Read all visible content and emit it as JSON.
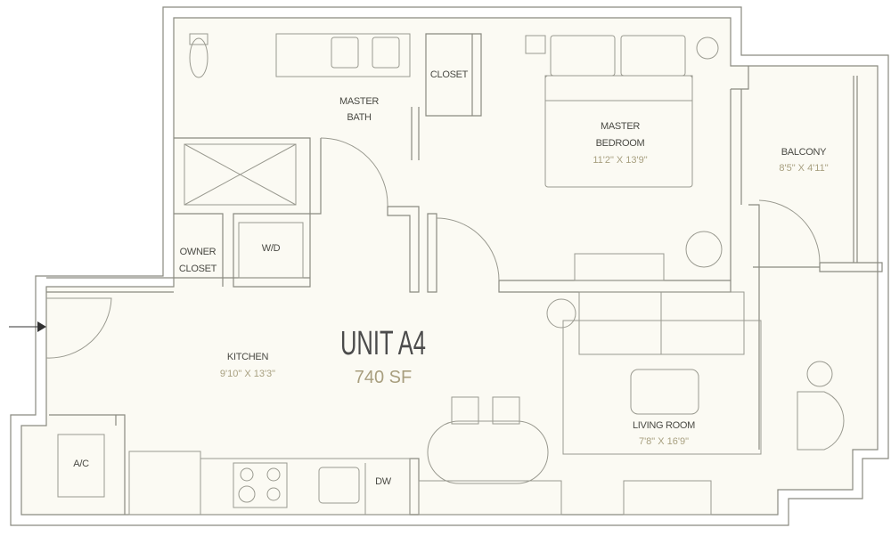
{
  "unit": {
    "name": "UNIT A4",
    "area": "740 SF"
  },
  "rooms": {
    "master_bath": {
      "line1": "MASTER",
      "line2": "BATH"
    },
    "closet": "CLOSET",
    "master_bedroom": {
      "line1": "MASTER",
      "line2": "BEDROOM",
      "dims": "11'2\" X 13'9\""
    },
    "balcony": {
      "name": "BALCONY",
      "dims": "8'5\" X 4'11\""
    },
    "owner_closet": {
      "line1": "OWNER",
      "line2": "CLOSET"
    },
    "washer_dryer": "W/D",
    "kitchen": {
      "name": "KITCHEN",
      "dims": "9'10\" X 13'3\""
    },
    "living_room": {
      "name": "LIVING ROOM",
      "dims": "7'8\" X 16'9\""
    },
    "ac": "A/C",
    "dishwasher": "DW"
  },
  "colors": {
    "wall": "#8a8a80",
    "floor": "#fbfaf3",
    "title": "#4b4b4b",
    "dims": "#a89e7e"
  }
}
